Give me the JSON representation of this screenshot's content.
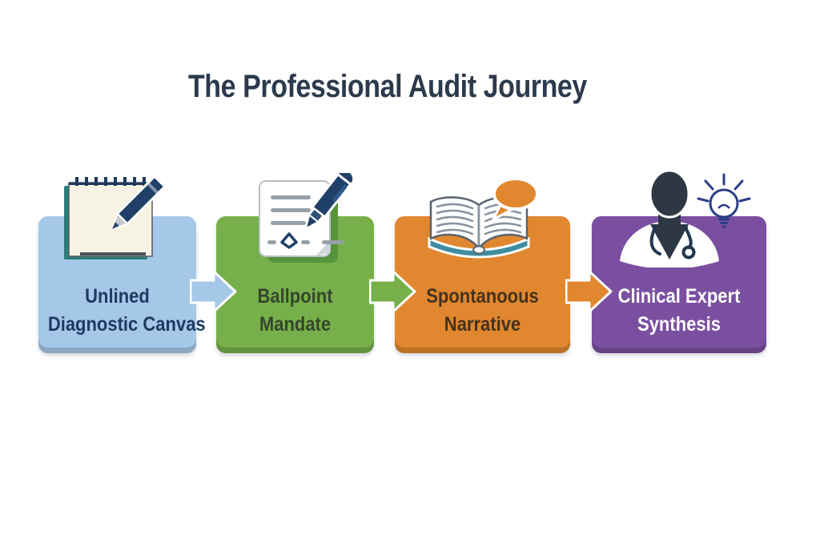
{
  "title": "The Professional Audit Journey",
  "title_color": "#2d3a4d",
  "background_color": "#ffffff",
  "steps": [
    {
      "label_line1": "Unlined",
      "label_line2": "Diagnostic Canvas",
      "box_color": "#a6c8e8",
      "text_color": "#1d3a5f",
      "icon": "notepad-pencil-icon"
    },
    {
      "label_line1": "Ballpoint",
      "label_line2": "Mandate",
      "box_color": "#77b04b",
      "text_color": "#35462c",
      "icon": "document-pen-icon"
    },
    {
      "label_line1": "Spontanoous",
      "label_line2": "Narrative",
      "box_color": "#e1872f",
      "text_color": "#46321c",
      "icon": "open-book-speech-bubble-icon"
    },
    {
      "label_line1": "Clinical Expert",
      "label_line2": "Synthesis",
      "box_color": "#7b4fa0",
      "text_color": "#ffffff",
      "icon": "doctor-lightbulb-icon"
    }
  ],
  "arrows": [
    {
      "from": "Unlined Diagnostic Canvas",
      "to": "Ballpoint Mandate",
      "color": "#a6c8e8"
    },
    {
      "from": "Ballpoint Mandate",
      "to": "Spontanoous Narrative",
      "color": "#77b04b"
    },
    {
      "from": "Spontanoous Narrative",
      "to": "Clinical Expert Synthesis",
      "color": "#e1872f"
    }
  ],
  "icon_palette": {
    "ink_navy": "#1f4068",
    "notepad_teal": "#2a7d78",
    "paper_cream": "#f6f3e2",
    "line_gray": "#97a0a8",
    "book_cover_teal": "#3e8ea0",
    "doctor_charcoal": "#2e3744",
    "stethoscope_navy": "#22384f",
    "bulb_outline_navy": "#2b3f87",
    "speech_bubble_orange": "#e1872f",
    "document_shadow_green": "#57923c"
  }
}
